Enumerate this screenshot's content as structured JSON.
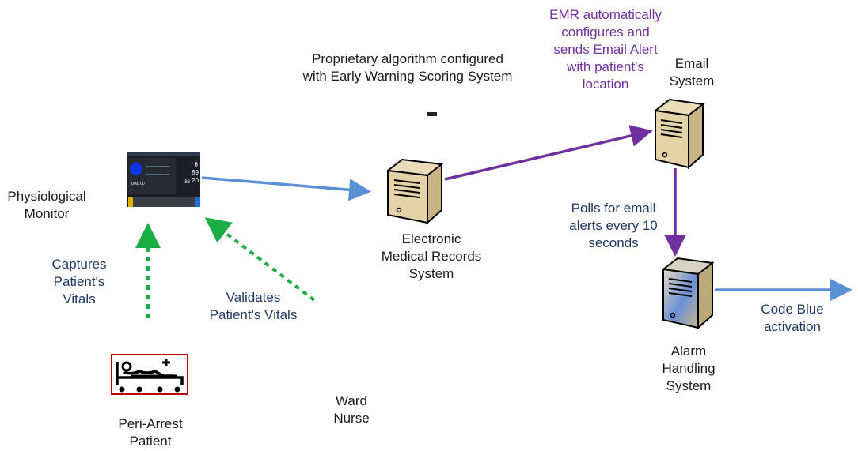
{
  "labels": {
    "algorithm": [
      "Proprietary algorithm  configured",
      "with Early Warning Scoring System"
    ],
    "emr_action": [
      "EMR automatically",
      "configures and",
      "sends Email Alert",
      "with patient's",
      "location"
    ],
    "email_system": [
      "Email",
      "System"
    ],
    "physiological_monitor": [
      "Physiological",
      "Monitor"
    ],
    "emr_system": [
      "Electronic",
      "Medical Records",
      "System"
    ],
    "polls": [
      "Polls for email",
      "alerts every 10",
      "seconds"
    ],
    "captures": [
      "Captures",
      "Patient's",
      "Vitals"
    ],
    "validates": [
      "Validates",
      "Patient's Vitals"
    ],
    "code_blue": [
      "Code Blue",
      "activation"
    ],
    "alarm_system": [
      "Alarm",
      "Handling",
      "System"
    ],
    "ward_nurse": [
      "Ward",
      "Nurse"
    ],
    "patient": [
      "Peri-Arrest",
      "Patient"
    ]
  },
  "monitor_screen": {
    "v1": "6",
    "v2": "89",
    "v3": "20",
    "v4": "86",
    "bp": "000/ 00"
  },
  "colors": {
    "blue_arrow": "#5b8fd6",
    "purple_arrow": "#7030a0",
    "green_dashed": "#1aae45",
    "navy_text": "#1f3864",
    "purple_text": "#7030a0",
    "patient_border": "#c00000"
  },
  "icons": [
    "monitor-icon",
    "server-icon",
    "hospital-bed-icon"
  ]
}
